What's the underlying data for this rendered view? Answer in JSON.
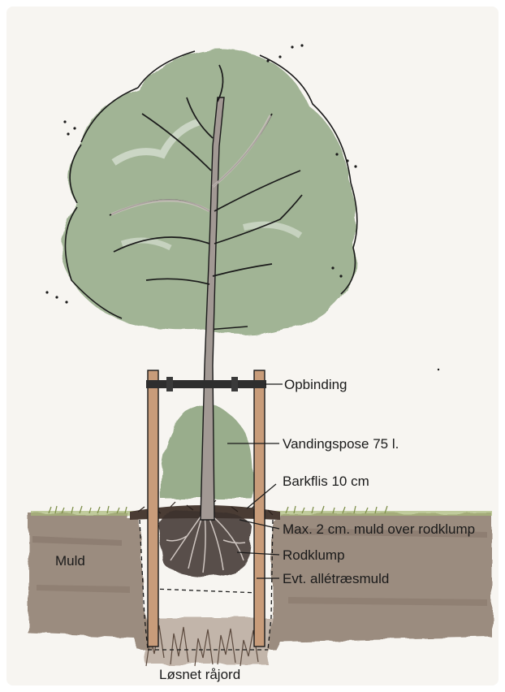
{
  "labels": {
    "opbinding": "Opbinding",
    "vandingspose": "Vandingspose 75 l.",
    "barkflis": "Barkflis 10 cm",
    "muld_over": "Max. 2 cm. muld over rodklump",
    "rodklump": "Rodklump",
    "alletraesmuld": "Evt. allétræsmuld",
    "muld": "Muld",
    "raajord": "Løsnet råjord"
  },
  "colors": {
    "background": "#f7f5f1",
    "canopy": "#8fa682",
    "trunk": "#a29994",
    "soil": "#8b7a6c",
    "grass": "#a8b978",
    "stake": "#c89c7a",
    "bag": "#8fa682",
    "ink": "#1a1a1a"
  }
}
